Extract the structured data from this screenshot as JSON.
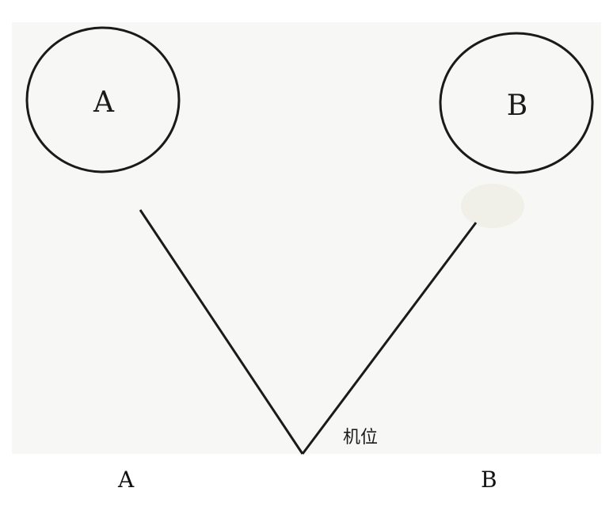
{
  "diagram": {
    "subjects": [
      {
        "id": "A",
        "label": "A"
      },
      {
        "id": "B",
        "label": "B"
      }
    ],
    "camera": {
      "label": "机位"
    },
    "sight_lines": [
      {
        "from": "camera",
        "to": "A"
      },
      {
        "from": "camera",
        "to": "B"
      }
    ]
  },
  "captions": {
    "left": "A",
    "right": "B"
  },
  "colors": {
    "stroke": "#1a1a1a",
    "panel_background": "#f7f7f6",
    "page_background": "#ffffff"
  }
}
